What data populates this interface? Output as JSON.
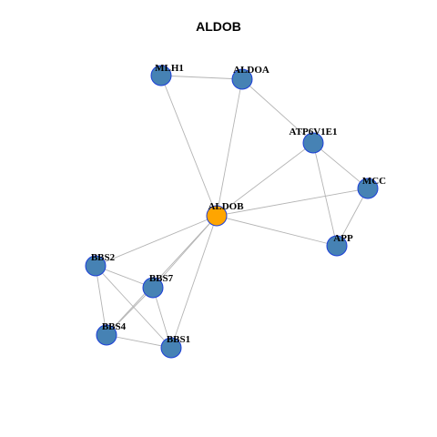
{
  "title": "ALDOB",
  "colors": {
    "center_node": "#ffa500",
    "node": "#4682b4",
    "node_border": "#1c3fd8",
    "edge": "#b4b4b4"
  },
  "graph": {
    "nodes": [
      {
        "id": "MLH1",
        "label": "MLH1",
        "center": false
      },
      {
        "id": "ALDOA",
        "label": "ALDOA",
        "center": false
      },
      {
        "id": "ATP6V1E1",
        "label": "ATP6V1E1",
        "center": false
      },
      {
        "id": "MCC",
        "label": "MCC",
        "center": false
      },
      {
        "id": "ALDOB",
        "label": "ALDOB",
        "center": true
      },
      {
        "id": "APP",
        "label": "APP",
        "center": false
      },
      {
        "id": "BBS2",
        "label": "BBS2",
        "center": false
      },
      {
        "id": "BBS7",
        "label": "BBS7",
        "center": false
      },
      {
        "id": "BBS4",
        "label": "BBS4",
        "center": false
      },
      {
        "id": "BBS1",
        "label": "BBS1",
        "center": false
      }
    ],
    "edges": [
      [
        "MLH1",
        "ALDOA"
      ],
      [
        "MLH1",
        "ALDOB"
      ],
      [
        "ALDOA",
        "ALDOB"
      ],
      [
        "ALDOA",
        "ATP6V1E1"
      ],
      [
        "ATP6V1E1",
        "ALDOB"
      ],
      [
        "ATP6V1E1",
        "MCC"
      ],
      [
        "ATP6V1E1",
        "APP"
      ],
      [
        "MCC",
        "ALDOB"
      ],
      [
        "MCC",
        "APP"
      ],
      [
        "ALDOB",
        "APP"
      ],
      [
        "ALDOB",
        "BBS2"
      ],
      [
        "ALDOB",
        "BBS7"
      ],
      [
        "ALDOB",
        "BBS4"
      ],
      [
        "ALDOB",
        "BBS1"
      ],
      [
        "BBS2",
        "BBS7"
      ],
      [
        "BBS2",
        "BBS4"
      ],
      [
        "BBS2",
        "BBS1"
      ],
      [
        "BBS7",
        "BBS4"
      ],
      [
        "BBS7",
        "BBS1"
      ],
      [
        "BBS4",
        "BBS1"
      ]
    ]
  }
}
